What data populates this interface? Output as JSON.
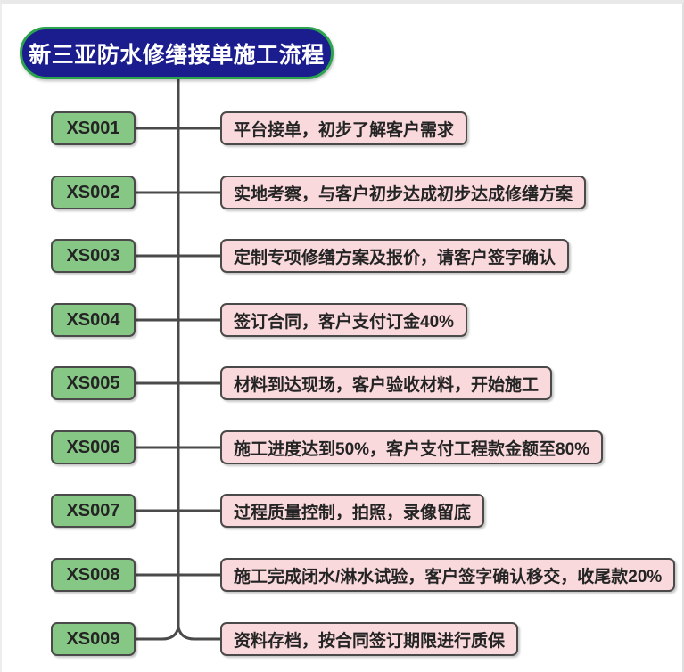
{
  "title": "新三亚防水修缮接单施工流程",
  "colors": {
    "title_bg": "#1B1C8E",
    "title_border": "#2CA44E",
    "code_bg": "#86C786",
    "desc_bg": "#F9D9DC",
    "line": "#4A4A4A"
  },
  "steps": [
    {
      "code": "XS001",
      "desc": "平台接单，初步了解客户需求"
    },
    {
      "code": "XS002",
      "desc": "实地考察，与客户初步达成初步达成修缮方案"
    },
    {
      "code": "XS003",
      "desc": "定制专项修缮方案及报价，请客户签字确认"
    },
    {
      "code": "XS004",
      "desc": "签订合同，客户支付订金40%"
    },
    {
      "code": "XS005",
      "desc": "材料到达现场，客户验收材料，开始施工"
    },
    {
      "code": "XS006",
      "desc": "施工进度达到50%，客户支付工程款金额至80%"
    },
    {
      "code": "XS007",
      "desc": "过程质量控制，拍照，录像留底"
    },
    {
      "code": "XS008",
      "desc": "施工完成闭水/淋水试验，客户签字确认移交，收尾款20%"
    },
    {
      "code": "XS009",
      "desc": "资料存档，按合同签订期限进行质保"
    }
  ]
}
